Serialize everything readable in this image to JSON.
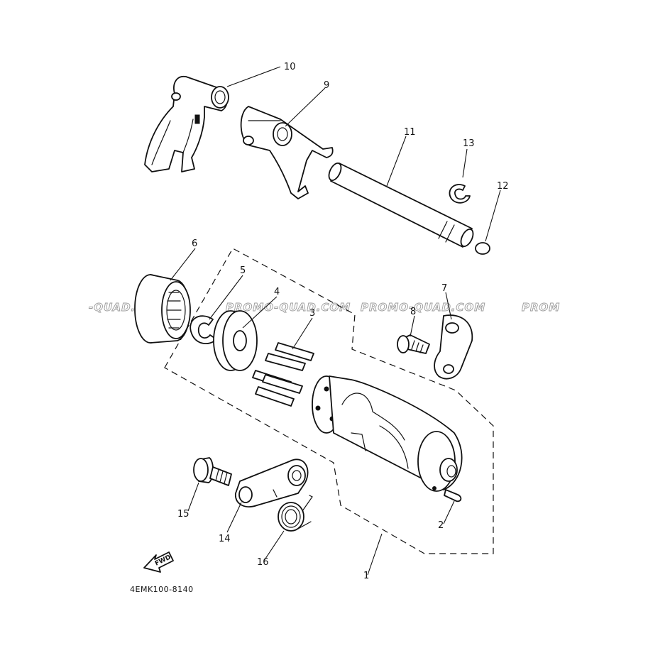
{
  "callouts": [
    {
      "id": "10",
      "label": "10"
    },
    {
      "id": "9",
      "label": "9"
    },
    {
      "id": "11",
      "label": "11"
    },
    {
      "id": "13",
      "label": "13"
    },
    {
      "id": "12",
      "label": "12"
    },
    {
      "id": "6",
      "label": "6"
    },
    {
      "id": "5",
      "label": "5"
    },
    {
      "id": "4",
      "label": "4"
    },
    {
      "id": "3",
      "label": "3"
    },
    {
      "id": "8",
      "label": "8"
    },
    {
      "id": "7",
      "label": "7"
    },
    {
      "id": "15",
      "label": "15"
    },
    {
      "id": "14",
      "label": "14"
    },
    {
      "id": "16",
      "label": "16"
    },
    {
      "id": "2",
      "label": "2"
    },
    {
      "id": "1",
      "label": "1"
    }
  ],
  "watermarks": [
    "-QUAD.COM",
    "PROMO-QUAD.COM",
    "PROMO-QUAD.COM",
    "PROM"
  ],
  "fwd_label": "FWD",
  "drawing_code": "4EMK100-8140"
}
